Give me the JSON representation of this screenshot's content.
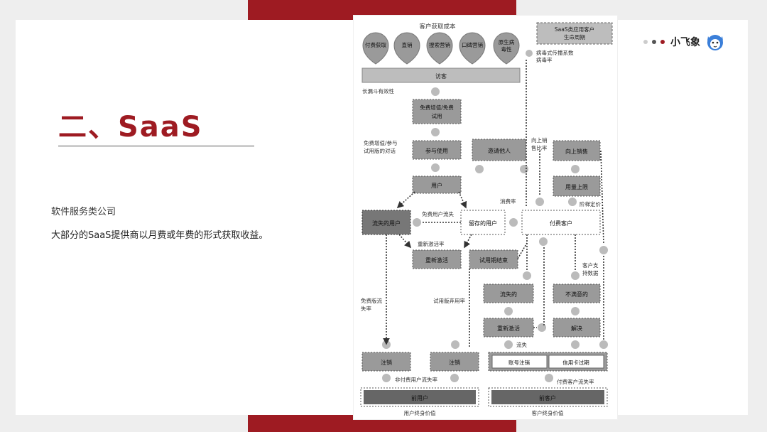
{
  "slide": {
    "title": "二、SaaS",
    "line1": "软件服务类公司",
    "line2": "大部分的SaaS提供商以月费或年费的形式获取收益。"
  },
  "brand": {
    "name": "小飞象",
    "dot_colors": [
      "#cccccc",
      "#555555",
      "#9e1b22"
    ]
  },
  "colors": {
    "accent": "#9e1b22"
  },
  "diagram": {
    "header": "客户获取成本",
    "lifecycle_title_1": "SaaS类应用客户",
    "lifecycle_title_2": "生命周期",
    "channels": [
      "付费获取",
      "直销",
      "搜索营销",
      "口碑营销",
      "原生病",
      "毒性"
    ],
    "viral_1": "病毒式传播系数",
    "viral_2": "病毒率",
    "visitors": "访客",
    "funnel": "长漏斗有效性",
    "free_box_1": "免费增值/免费",
    "free_box_2": "试用",
    "convo_1": "免费增值/参与",
    "convo_2": "试用版的对话",
    "engage": "参与使用",
    "invite": "邀请他人",
    "upsell_rate_1": "向上销",
    "upsell_rate_2": "售比率",
    "upsell": "向上销售",
    "users": "用户",
    "usage_limit": "用量上限",
    "consumption": "消费率",
    "tiered": "阶梯定价",
    "free_churn": "免费用户流失",
    "churned_users": "流失的用户",
    "retained_users": "留存的用户",
    "paying_customers": "付费客户",
    "reactivation_rate": "重新激活率",
    "reactivate": "重新激活",
    "trial_end": "试用期结束",
    "support_1": "客户支",
    "support_2": "持数据",
    "lost": "流失的",
    "unsatisfied": "不满意的",
    "free_loss_1": "免费版流",
    "free_loss_2": "失率",
    "trial_abandon": "试用版弃用率",
    "reactivate2": "重新激活",
    "resolve": "解决",
    "churn": "流失",
    "cancel1": "注销",
    "cancel2": "注销",
    "acct_cancel": "账号注销",
    "card_expire": "信用卡过期",
    "nonpaying_churn": "非付费用户流失率",
    "paying_churn": "付费客户流失率",
    "former_users": "前用户",
    "former_customers": "前客户",
    "user_ltv": "用户终身价值",
    "customer_ltv": "客户终身价值"
  }
}
